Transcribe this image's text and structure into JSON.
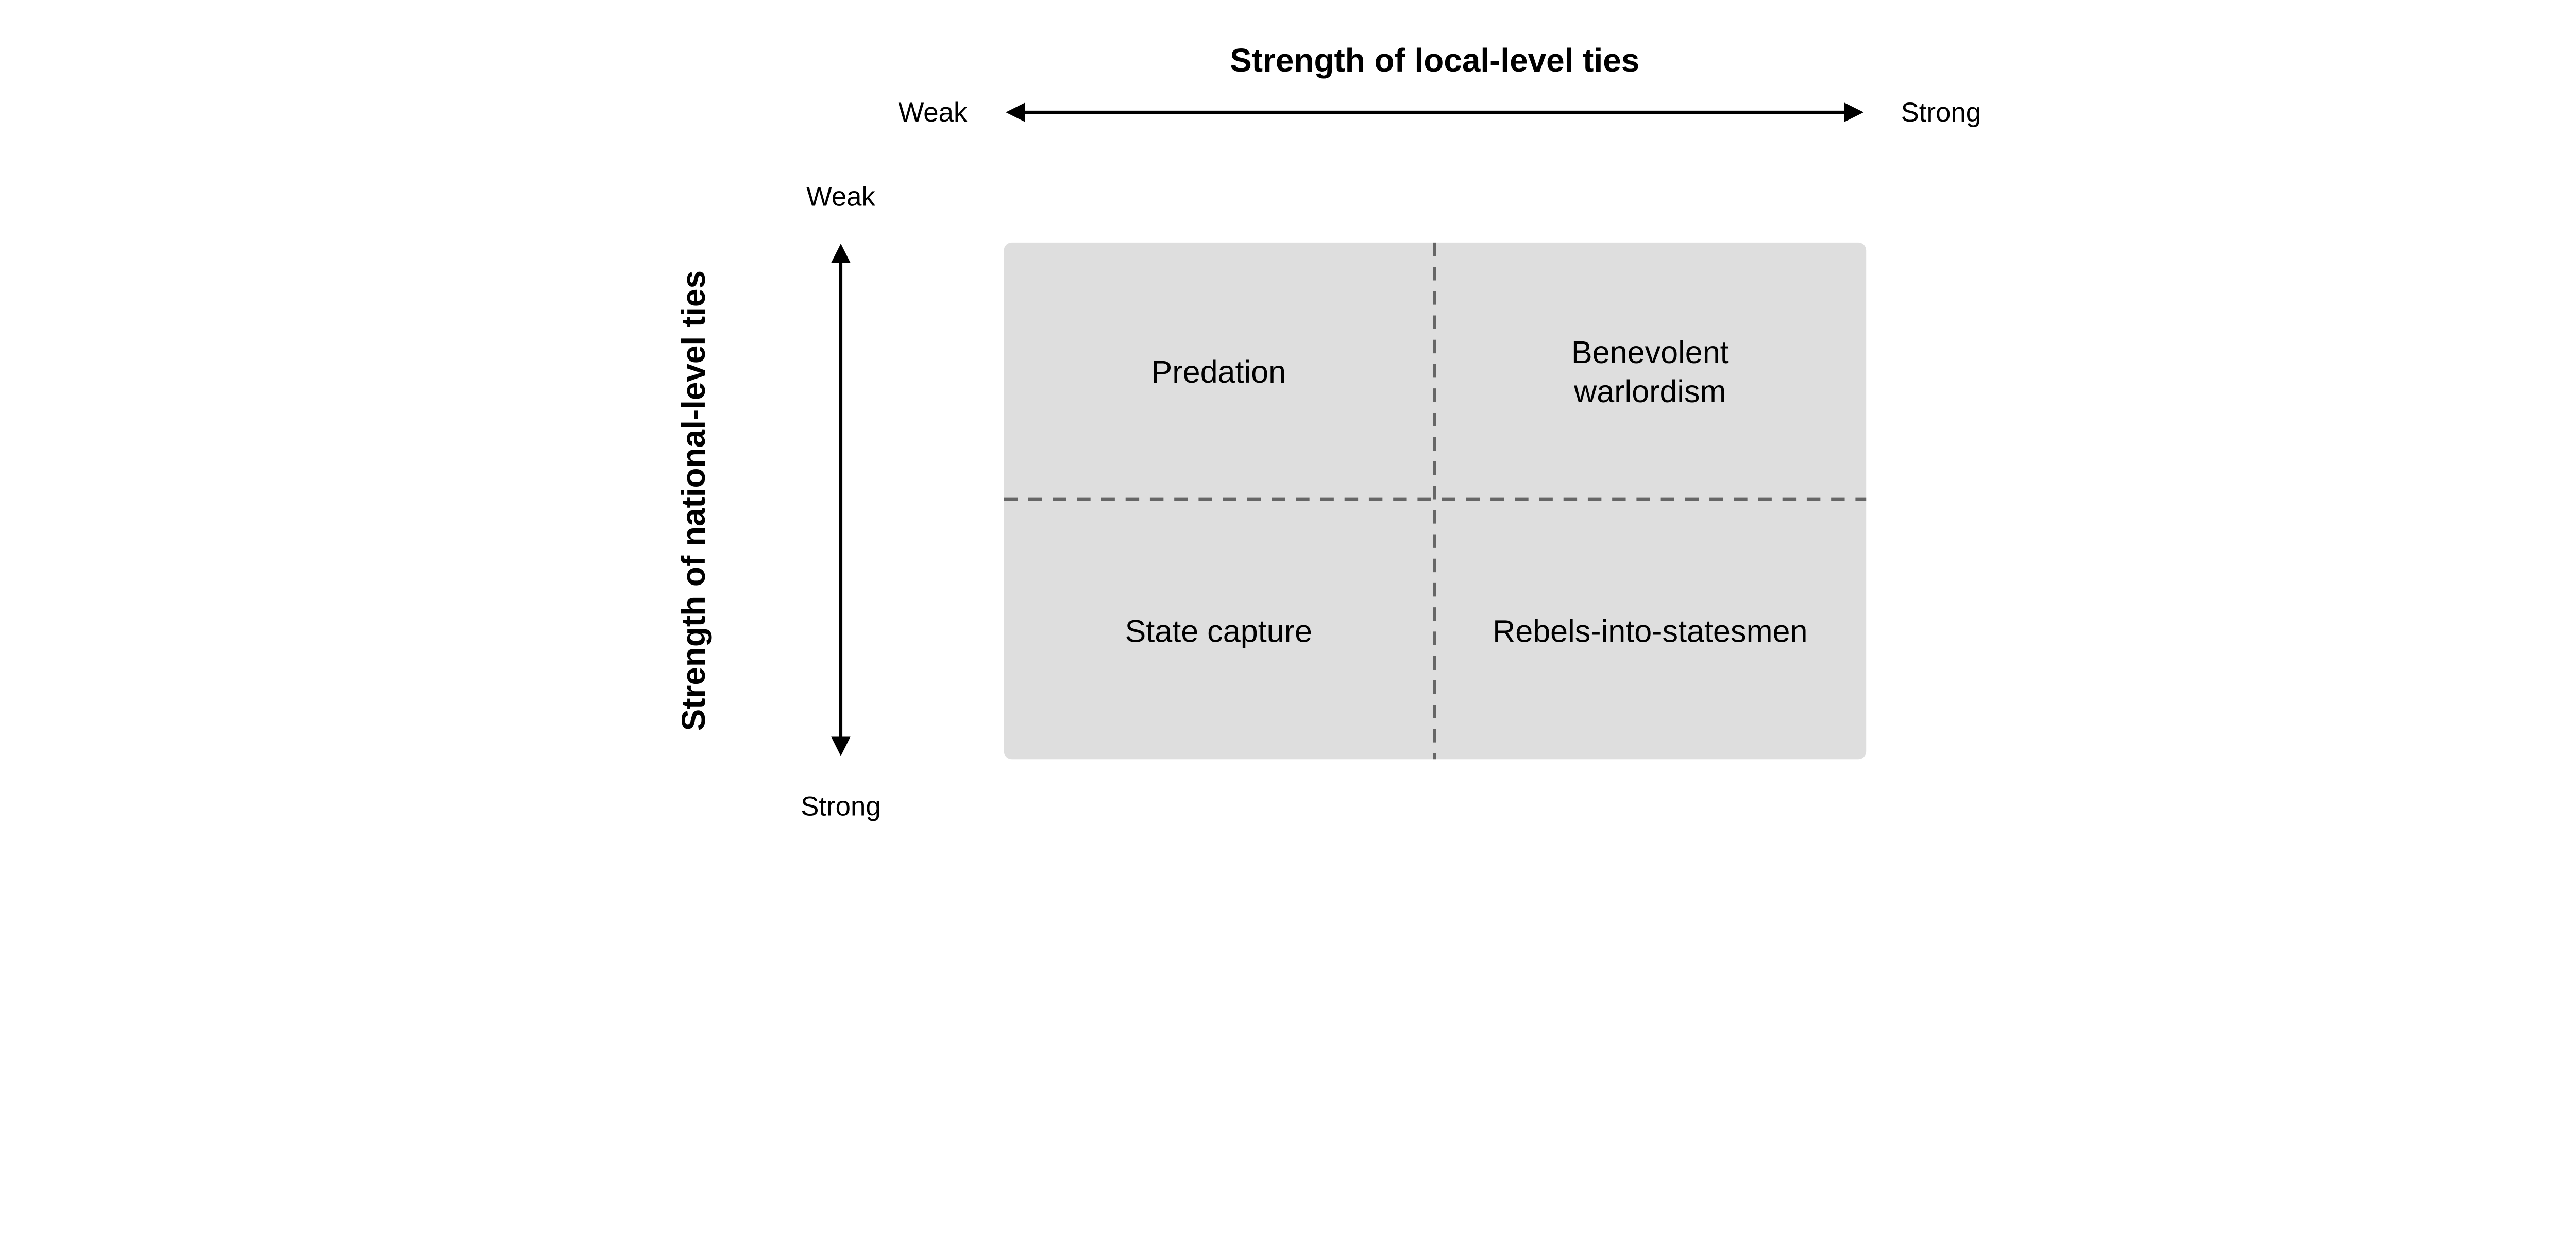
{
  "x_axis": {
    "title": "Strength of local-level ties",
    "left_label": "Weak",
    "right_label": "Strong"
  },
  "y_axis": {
    "title": "Strength of national-level ties",
    "top_label": "Weak",
    "bottom_label": "Strong"
  },
  "quadrants": {
    "top_left": {
      "lines": [
        "Predation"
      ]
    },
    "top_right": {
      "lines": [
        "Benevolent",
        "warlordism"
      ]
    },
    "bottom_left": {
      "lines": [
        "State capture"
      ]
    },
    "bottom_right": {
      "lines": [
        "Rebels-into-statesmen"
      ]
    }
  },
  "colors": {
    "quadrant_fill": "#dedede",
    "divider": "#666666",
    "arrow": "#000000"
  }
}
